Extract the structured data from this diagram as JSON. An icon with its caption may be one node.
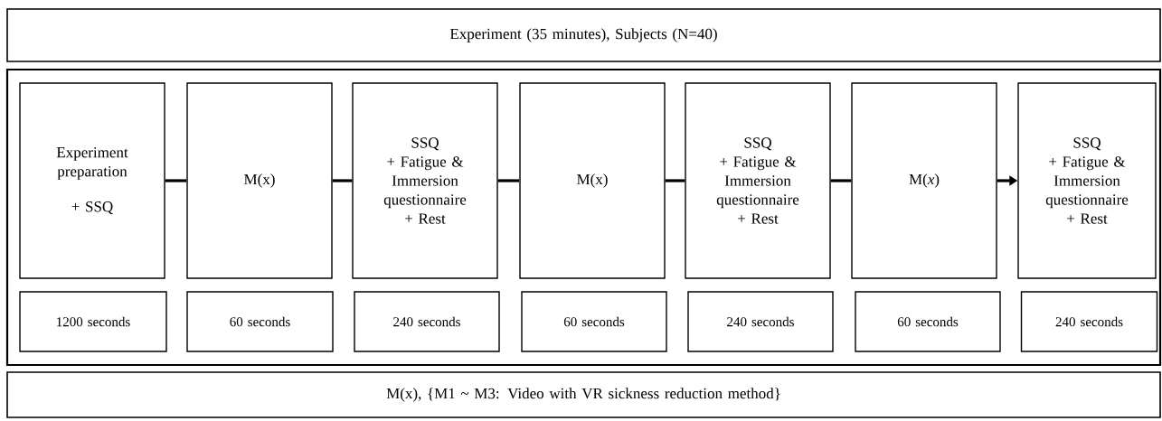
{
  "diagram": {
    "nodes": [
      {
        "text": [
          "Experiment (35 minutes), Subjects (N=40)"
        ]
      },
      {
        "text": [],
        "shape": "box"
      },
      {
        "text": [
          "Experiment preparation",
          "+ SSQ"
        ],
        "in": 1
      },
      {
        "text": [
          "M(x)"
        ],
        "in": 1
      },
      {
        "text": [
          "SSQ",
          "+ Fatigue & Immersion questionnaire",
          "+ Rest"
        ],
        "in": 1
      },
      {
        "text": [
          "M(x)"
        ],
        "in": 1
      },
      {
        "text": [
          "SSQ",
          "+ Fatigue & Immersion questionnaire",
          "+ Rest"
        ],
        "in": 1
      },
      {
        "text": [
          "M(*x*)"
        ],
        "in": 1
      },
      {
        "text": [
          "SSQ",
          "+ Fatigue & Immersion questionnaire",
          "+ Rest"
        ],
        "in": 1
      },
      {
        "text": [
          "1200 seconds"
        ],
        "in": 1
      },
      {
        "text": [
          "60 seconds"
        ],
        "in": 1
      },
      {
        "text": [
          "240 seconds"
        ],
        "in": 1
      },
      {
        "text": [
          "60 seconds"
        ],
        "in": 1
      },
      {
        "text": [
          "240 seconds"
        ],
        "in": 1
      },
      {
        "text": [
          "60 seconds"
        ],
        "in": 1
      },
      {
        "text": [
          "240 seconds"
        ],
        "in": 1
      },
      {
        "text": [
          "M(x), {M1 ~ M3: Video with VR sickness reduction method}"
        ]
      }
    ],
    "edges": [
      {
        "from": 2,
        "to": 3,
        "arrow": "none"
      },
      {
        "from": 3,
        "to": 4,
        "arrow": "none"
      },
      {
        "from": 4,
        "to": 5,
        "arrow": "none"
      },
      {
        "from": 5,
        "to": 6,
        "arrow": "none"
      },
      {
        "from": 6,
        "to": 7,
        "arrow": "none"
      },
      {
        "from": 7,
        "to": 8,
        "arrow": "to"
      }
    ]
  }
}
